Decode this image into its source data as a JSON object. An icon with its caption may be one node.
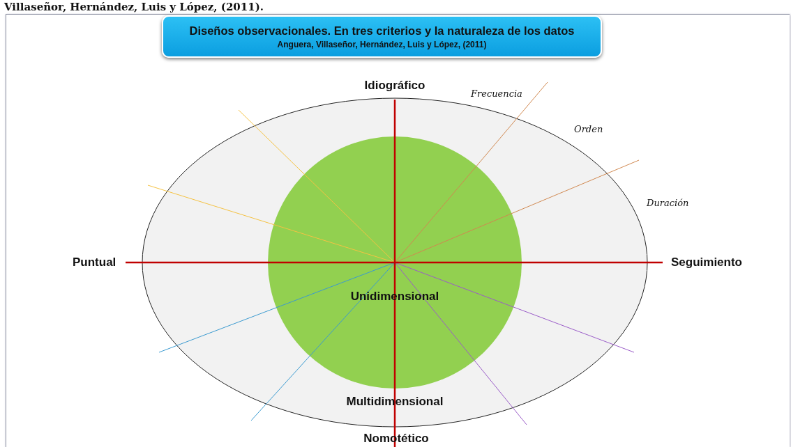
{
  "diagram": {
    "nodes": [
      {
        "text": [
          "Diseños observacionales. En tres criterios y la naturaleza de los datos",
          "Anguera, Villaseñor, Hernández, Luis y López, (2011)"
        ]
      },
      {
        "text": [
          "Multidimensional"
        ]
      },
      {
        "text": [
          "Unidimensional"
        ],
        "in": 1
      }
    ],
    "edges": [],
    "labels": [
      "Villaseñor, Hernández, Luis y López, (2011).",
      "Idiográfico",
      "Frecuencia",
      "Orden",
      "Duración",
      "Puntual",
      "Seguimiento",
      "Nomotético"
    ]
  }
}
